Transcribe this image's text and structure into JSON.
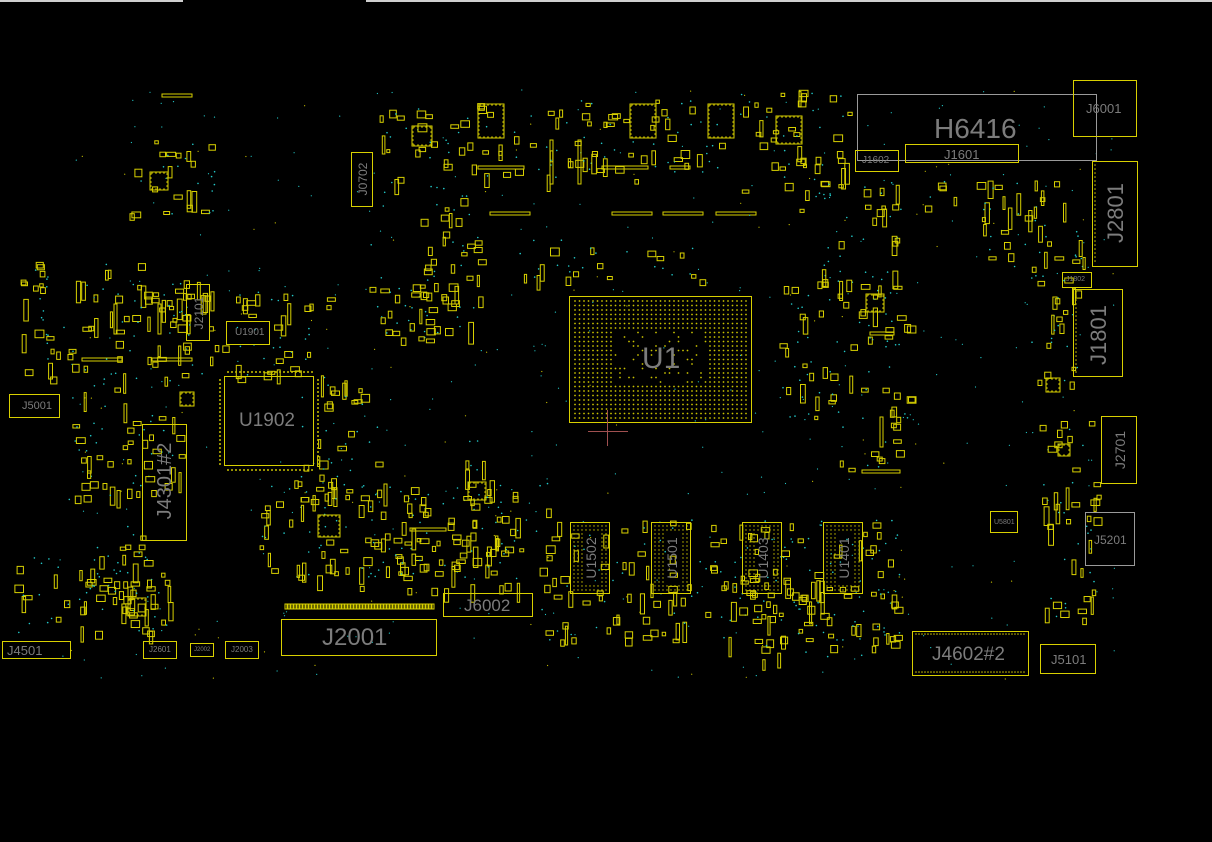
{
  "viewer": {
    "background_color": "#000000",
    "outline_color": "#d8d000",
    "secondary_outline_color": "#9a9a9a",
    "pad_color": "#c8c000",
    "via_color": "#22c8c8",
    "label_color": "#7c7c7c",
    "cursor": "crosshair"
  },
  "components": {
    "H6416": "H6416",
    "J6001": "J6001",
    "J1601": "J1601",
    "J1602": "J1602",
    "J2801": "J2801",
    "J1802": "J1802",
    "J1801": "J1801",
    "J0702": "J0702",
    "J2101": "J2101",
    "U1901": "U1901",
    "U1902": "U1902",
    "U1": "U1",
    "J5001": "J5001",
    "J4301_2": "J4301#2",
    "J2701": "J2701",
    "U5801": "U5801",
    "J5201": "J5201",
    "U1502": "U1502",
    "U1501": "U1501",
    "U1403": "U1403",
    "U1401": "U1401",
    "J6002": "J6002",
    "J2001": "J2001",
    "J4602_2": "J4602#2",
    "J5101": "J5101",
    "J4501": "J4501",
    "J2601": "J2601",
    "J2002": "J2002",
    "J2003": "J2003"
  }
}
